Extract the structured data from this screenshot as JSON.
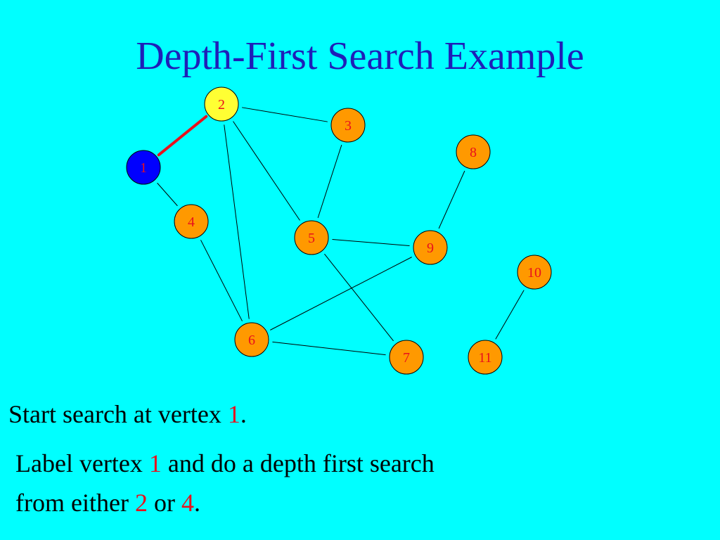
{
  "title": "Depth-First Search Example",
  "colors": {
    "background": "#00FFFF",
    "title": "#1F1FB8",
    "unvisited_fill": "#FF9900",
    "current_fill": "#FFFF33",
    "visited_fill": "#0000FF",
    "edge": "#000000",
    "tree_edge": "#E8101C",
    "highlight_text": "#E8101C"
  },
  "graph": {
    "vertices": [
      {
        "id": "1",
        "state": "visited"
      },
      {
        "id": "2",
        "state": "current"
      },
      {
        "id": "3",
        "state": "unvisited"
      },
      {
        "id": "4",
        "state": "unvisited"
      },
      {
        "id": "5",
        "state": "unvisited"
      },
      {
        "id": "6",
        "state": "unvisited"
      },
      {
        "id": "7",
        "state": "unvisited"
      },
      {
        "id": "8",
        "state": "unvisited"
      },
      {
        "id": "9",
        "state": "unvisited"
      },
      {
        "id": "10",
        "state": "unvisited"
      },
      {
        "id": "11",
        "state": "unvisited"
      }
    ],
    "edges": [
      {
        "from": "1",
        "to": "2",
        "tree": true
      },
      {
        "from": "1",
        "to": "4",
        "tree": false
      },
      {
        "from": "2",
        "to": "3",
        "tree": false
      },
      {
        "from": "2",
        "to": "5",
        "tree": false
      },
      {
        "from": "2",
        "to": "6",
        "tree": false
      },
      {
        "from": "3",
        "to": "5",
        "tree": false
      },
      {
        "from": "4",
        "to": "6",
        "tree": false
      },
      {
        "from": "5",
        "to": "9",
        "tree": false
      },
      {
        "from": "5",
        "to": "7",
        "tree": false
      },
      {
        "from": "6",
        "to": "9",
        "tree": false
      },
      {
        "from": "6",
        "to": "7",
        "tree": false
      },
      {
        "from": "8",
        "to": "9",
        "tree": false
      },
      {
        "from": "10",
        "to": "11",
        "tree": false
      }
    ]
  },
  "text1": {
    "part1": "Start search at vertex ",
    "hl1": "1",
    "part2": "."
  },
  "text2": {
    "part1": "Label vertex ",
    "hl1": "1",
    "part2": " and do a depth first search",
    "part3": "from either ",
    "hl2": "2",
    "part4": " or ",
    "hl3": "4",
    "part5": "."
  }
}
